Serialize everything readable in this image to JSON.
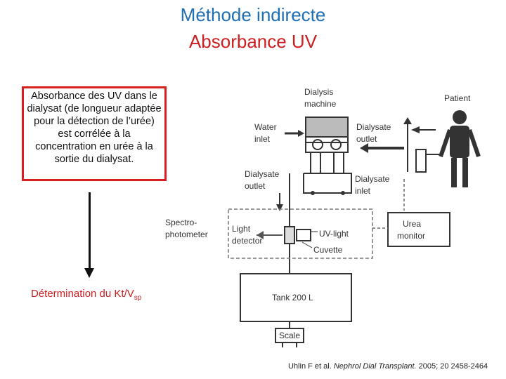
{
  "title_line1": "Méthode indirecte",
  "title_line2": "Absorbance UV",
  "description": "Absorbance des UV dans le dialysat (de longueur adaptée pour la détection de l’urée) est corrélée à la concentration en urée à la sortie du dialysat.",
  "result_main": "Détermination du Kt/V",
  "result_sub": "sp",
  "diagram": {
    "dialysis_machine_l1": "Dialysis",
    "dialysis_machine_l2": "machine",
    "water_inlet_l1": "Water",
    "water_inlet_l2": "inlet",
    "dialysate_outlet_left_l1": "Dialysate",
    "dialysate_outlet_left_l2": "outlet",
    "dialysate_outlet_right_l1": "Dialysate",
    "dialysate_outlet_right_l2": "outlet",
    "dialysate_inlet_l1": "Dialysate",
    "dialysate_inlet_l2": "inlet",
    "patient": "Patient",
    "spectro_l1": "Spectro-",
    "spectro_l2": "photometer",
    "light_detector_l1": "Light",
    "light_detector_l2": "detector",
    "uv_light": "UV-light",
    "cuvette": "Cuvette",
    "urea_monitor_l1": "Urea",
    "urea_monitor_l2": "monitor",
    "tank": "Tank 200 L",
    "scale": "Scale"
  },
  "citation": {
    "author": "Uhlin F et al.",
    "journal": "Nephrol Dial Transplant.",
    "details": "2005; 20 2458-2464"
  }
}
